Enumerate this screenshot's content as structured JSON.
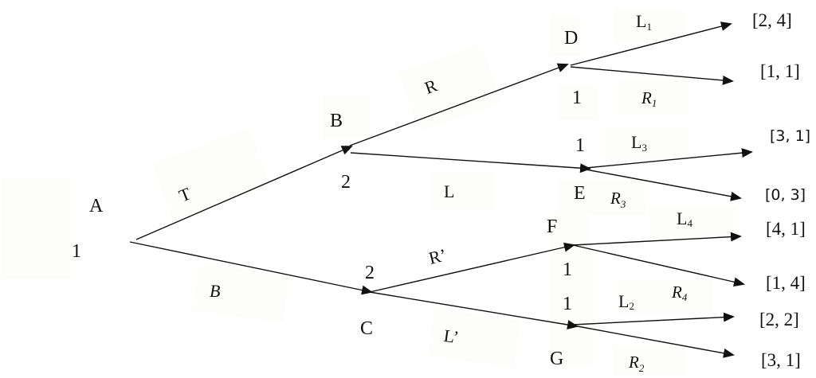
{
  "diagram": {
    "type": "extensive-form game tree",
    "nodes": {
      "A": {
        "label": "A",
        "player": "1"
      },
      "B": {
        "label": "B",
        "player": "2"
      },
      "C": {
        "label": "C",
        "player": "2"
      },
      "D": {
        "label": "D",
        "player": "1"
      },
      "E": {
        "label": "E",
        "player": "1"
      },
      "F": {
        "label": "F",
        "player": "1"
      },
      "G": {
        "label": "G",
        "player": "1"
      }
    },
    "actions": {
      "T": {
        "label": "T",
        "from": "A",
        "to": "B"
      },
      "B": {
        "label": "B",
        "from": "A",
        "to": "C"
      },
      "R": {
        "label": "R",
        "from": "B",
        "to": "D"
      },
      "L": {
        "label": "L",
        "from": "B",
        "to": "E"
      },
      "Rp": {
        "label": "R’",
        "from": "C",
        "to": "F"
      },
      "Lp": {
        "label": "L’",
        "from": "C",
        "to": "G"
      },
      "L1": {
        "base": "L",
        "sub": "1",
        "from": "D"
      },
      "R1": {
        "base": "R",
        "sub": "1",
        "from": "D"
      },
      "L3": {
        "base": "L",
        "sub": "3",
        "from": "E"
      },
      "R3": {
        "base": "R",
        "sub": "3",
        "from": "E"
      },
      "L4": {
        "base": "L",
        "sub": "4",
        "from": "F"
      },
      "R4": {
        "base": "R",
        "sub": "4",
        "from": "F"
      },
      "L2": {
        "base": "L",
        "sub": "2",
        "from": "G"
      },
      "R2": {
        "base": "R",
        "sub": "2",
        "from": "G"
      }
    },
    "payoffs": {
      "D_L1": "[2, 4]",
      "D_R1": "[1, 1]",
      "E_L3": "[3, 1]",
      "E_R3": "[0, 3]",
      "F_L4": "[4, 1]",
      "F_R4": "[1, 4]",
      "G_L2": "[2, 2]",
      "G_R2": "[3, 1]"
    }
  }
}
